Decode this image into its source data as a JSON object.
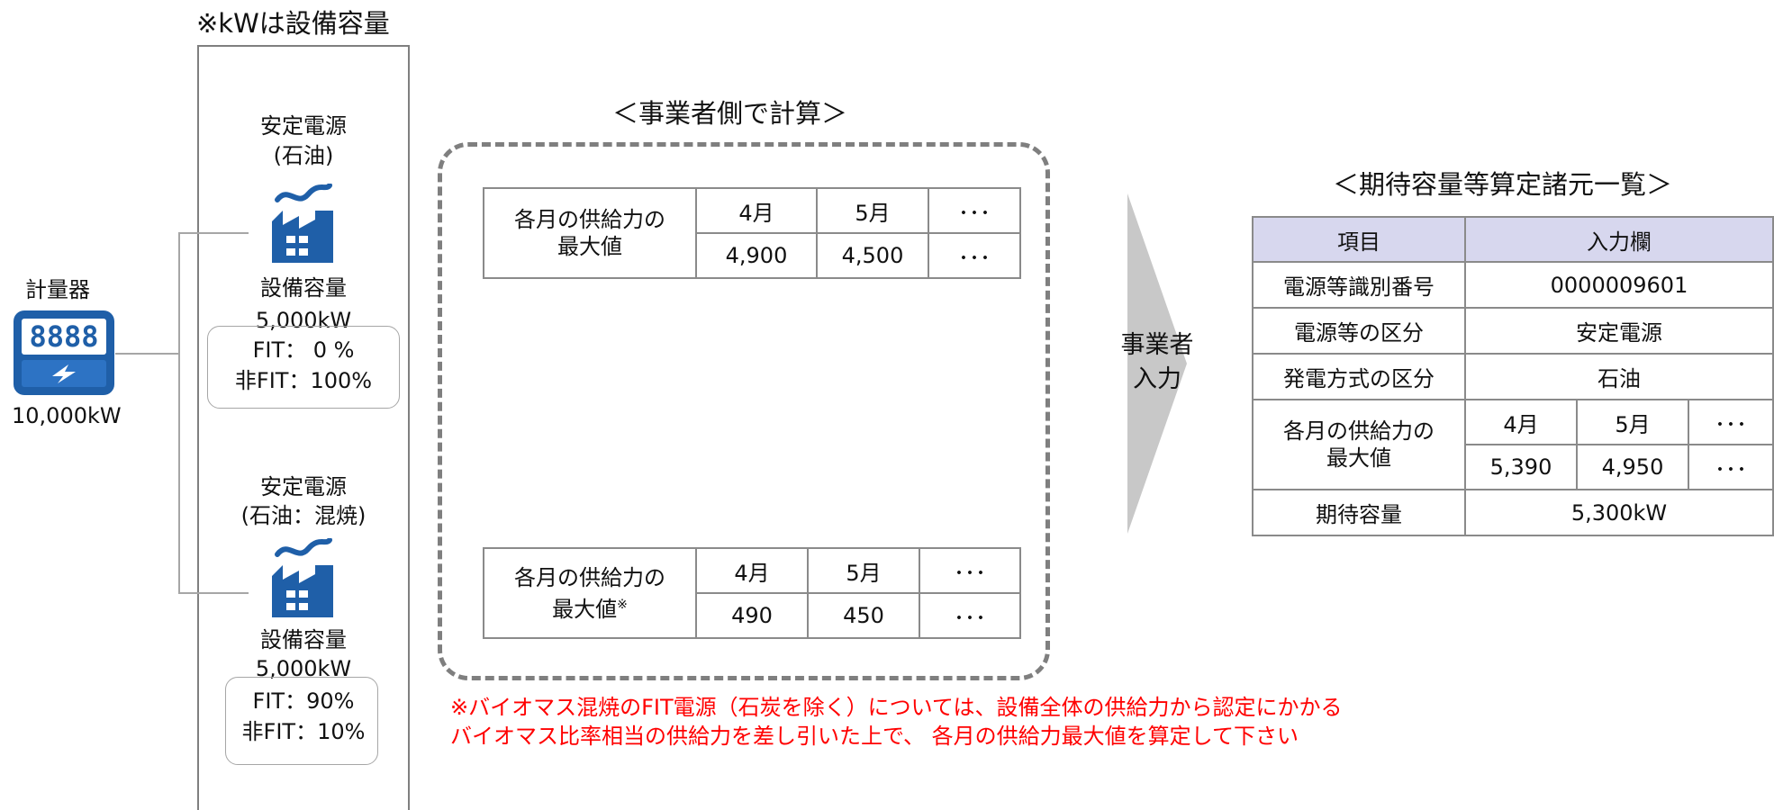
{
  "capacity_note": "※kWは設備容量",
  "meter": {
    "label": "計量器",
    "display": "8888",
    "capacity": "10,000kW"
  },
  "plants": [
    {
      "name": "安定電源",
      "fuel": "(石油)",
      "capacity_label": "設備容量",
      "capacity": "5,000kW",
      "fit": "FIT： 0 %",
      "nonfit": "非FIT：100%"
    },
    {
      "name": "安定電源",
      "fuel": "(石油：混焼)",
      "capacity_label": "設備容量",
      "capacity": "5,000kW",
      "fit": "FIT：90%",
      "nonfit": "非FIT：10%"
    }
  ],
  "calc": {
    "title": "＜事業者側で計算＞",
    "table1": {
      "row_label_1": "各月の供給力の",
      "row_label_2": "最大値",
      "months": [
        "4月",
        "5月",
        "･･･"
      ],
      "values": [
        "4,900",
        "4,500",
        "･･･"
      ]
    },
    "table2": {
      "row_label_1": "各月の供給力の",
      "row_label_2": "最大値",
      "mark": "※",
      "months": [
        "4月",
        "5月",
        "･･･"
      ],
      "values": [
        "490",
        "450",
        "･･･"
      ]
    }
  },
  "arrow": {
    "line1": "事業者",
    "line2": "入力"
  },
  "spec": {
    "title": "＜期待容量等算定諸元一覧＞",
    "header": {
      "item": "項目",
      "input": "入力欄"
    },
    "id_label": "電源等識別番号",
    "id_value": "0000009601",
    "type_label": "電源等の区分",
    "type_value": "安定電源",
    "method_label": "発電方式の区分",
    "method_value": "石油",
    "supply_label_1": "各月の供給力の",
    "supply_label_2": "最大値",
    "months": [
      "4月",
      "5月",
      "･･･"
    ],
    "values": [
      "5,390",
      "4,950",
      "･･･"
    ],
    "expected_label": "期待容量",
    "expected_value": "5,300kW"
  },
  "footnote": {
    "line1": "※バイオマス混焼のFIT電源（石炭を除く）については、設備全体の供給力から認定にかかる",
    "line2": "バイオマス比率相当の供給力を差し引いた上で、 各月の供給力最大値を算定して下さい"
  },
  "colors": {
    "icon_blue": "#1f5fa8",
    "header_fill": "#d7d7ee",
    "note_red": "#ff0000",
    "arrow_gray": "#c8c8c8"
  }
}
